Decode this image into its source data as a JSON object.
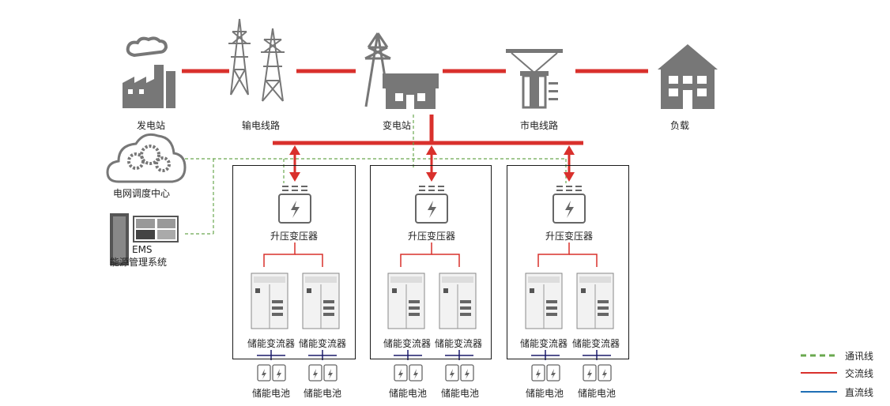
{
  "colors": {
    "ac": "#d9302c",
    "dc": "#1f6fb5",
    "comm": "#6aa84f",
    "icon": "#777777",
    "box": "#1a1a1a"
  },
  "labels": {
    "power_plant": "发电站",
    "transmission_line": "输电线路",
    "substation": "变电站",
    "city_line": "市电线路",
    "load": "负载",
    "dispatch_center": "电网调度中心",
    "ems_line1": "EMS",
    "ems_line2": "能源管理系统"
  },
  "units": [
    {
      "transformer": "升压变压器",
      "pcs_left": "储能变流器",
      "pcs_right": "储能变流器",
      "battery_left": "储能电池",
      "battery_right": "储能电池"
    },
    {
      "transformer": "升压变压器",
      "pcs_left": "储能变流器",
      "pcs_right": "储能变流器",
      "battery_left": "储能电池",
      "battery_right": "储能电池"
    },
    {
      "transformer": "升压变压器",
      "pcs_left": "储能变流器",
      "pcs_right": "储能变流器",
      "battery_left": "储能电池",
      "battery_right": "储能电池"
    }
  ],
  "legend": [
    {
      "label": "通讯线",
      "style": "dashed",
      "color": "#6aa84f"
    },
    {
      "label": "交流线",
      "style": "solid",
      "color": "#d9302c"
    },
    {
      "label": "直流线",
      "style": "solid",
      "color": "#1f6fb5"
    }
  ]
}
